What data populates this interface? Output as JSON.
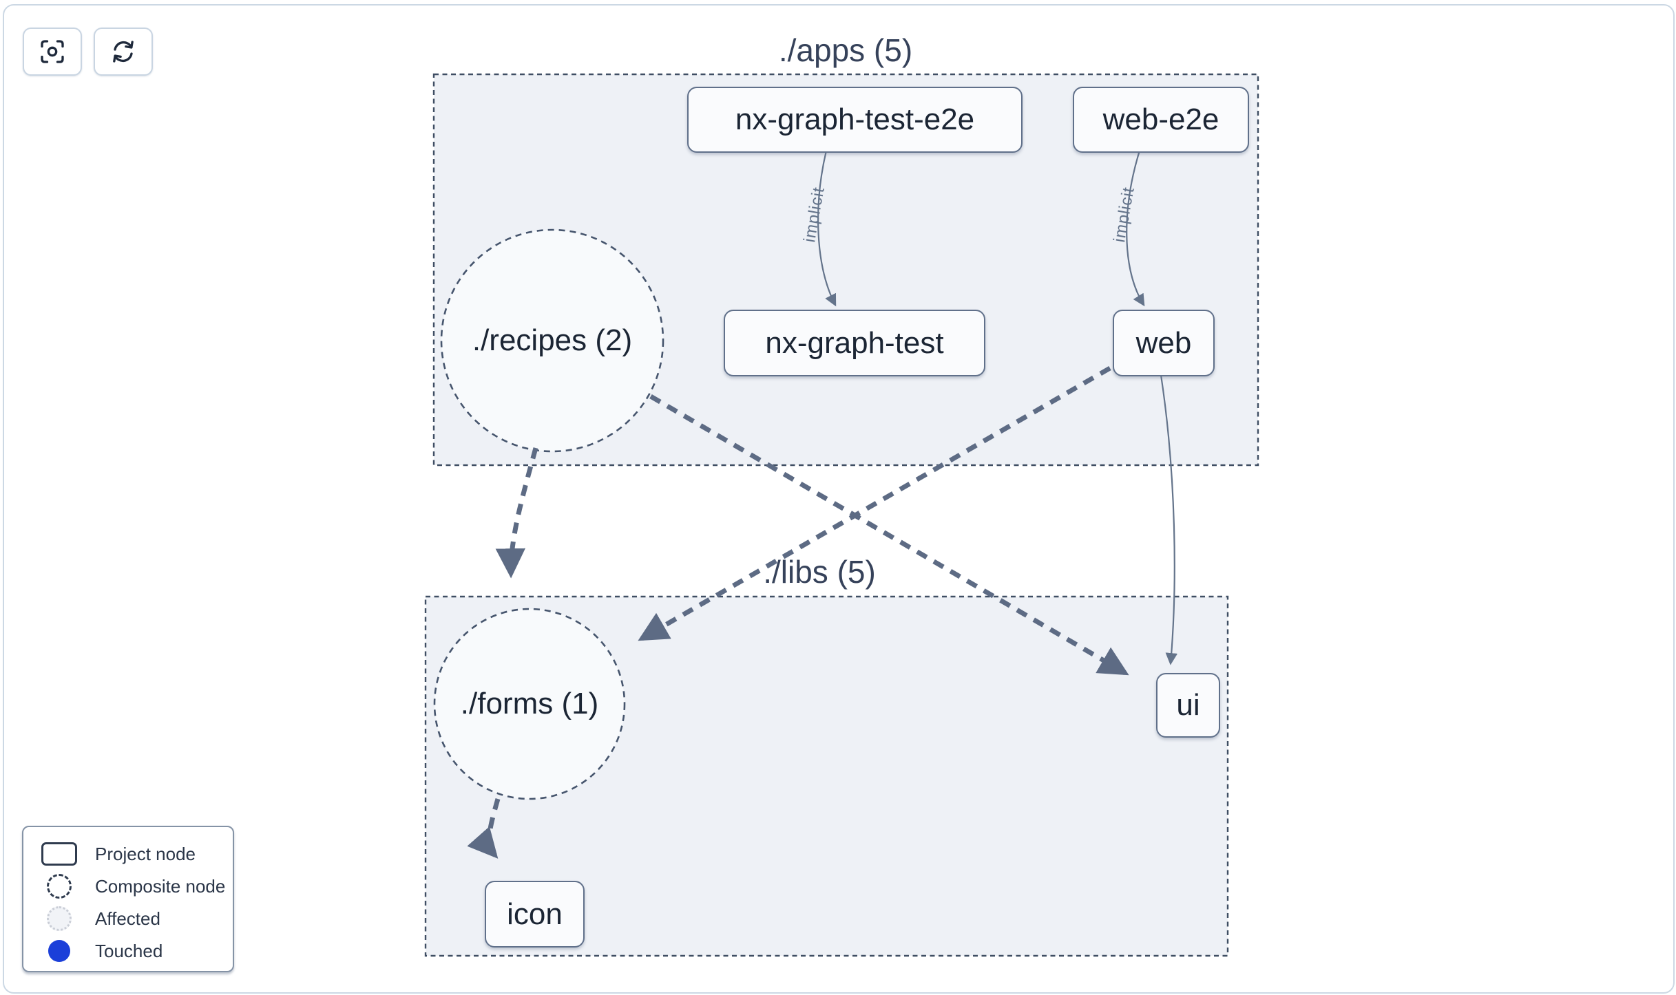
{
  "toolbar": {
    "focus_icon": "focus-crosshair-icon",
    "refresh_icon": "refresh-icon"
  },
  "groups": {
    "apps": {
      "label": "./apps (5)"
    },
    "libs": {
      "label": "./libs (5)"
    }
  },
  "nodes": {
    "nx_graph_test_e2e": "nx-graph-test-e2e",
    "web_e2e": "web-e2e",
    "recipes": "./recipes (2)",
    "nx_graph_test": "nx-graph-test",
    "web": "web",
    "forms": "./forms (1)",
    "ui": "ui",
    "icon": "icon"
  },
  "edges": {
    "implicit_label": "implicit"
  },
  "legend": {
    "items": [
      {
        "symbol": "project-node",
        "label": "Project node"
      },
      {
        "symbol": "composite-node",
        "label": "Composite node"
      },
      {
        "symbol": "affected",
        "label": "Affected"
      },
      {
        "symbol": "touched",
        "label": "Touched"
      }
    ]
  },
  "colors": {
    "touched_blue": "#1b3fd9",
    "edge_slate": "#5d6b84",
    "group_fill": "#eef1f6",
    "node_fill": "#fafbfd",
    "node_border": "#60708a"
  }
}
